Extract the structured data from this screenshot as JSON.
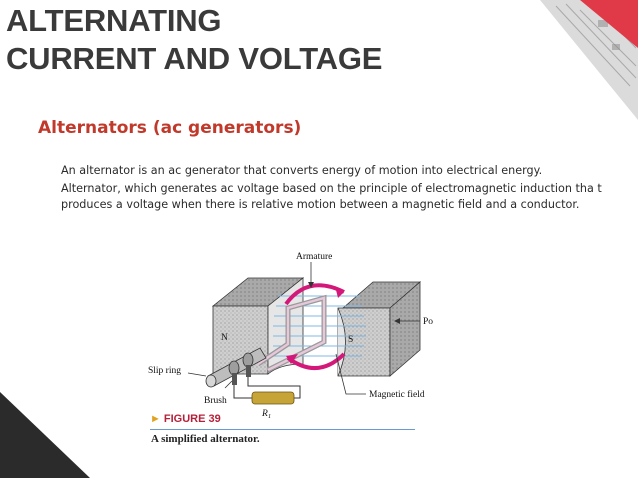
{
  "slide": {
    "title_line1": "ALTERNATING",
    "title_line2": "CURRENT AND VOLTAGE",
    "subtitle": "Alternators (ac generators)",
    "paragraph1": "An alternator is an ac generator that converts energy of motion into electrical energy.",
    "paragraph2": "Alternator, which generates ac voltage based on the principle of electromagnetic induction tha t produces a voltage when there is relative motion between a magnetic field and a conductor."
  },
  "figure": {
    "label_armature": "Armature",
    "label_pole_piece": "Pole piece",
    "label_n": "N",
    "label_s": "S",
    "label_slip_ring": "Slip ring",
    "label_brush": "Brush",
    "label_magnetic_field": "Magnetic field",
    "label_resistor": "R",
    "label_resistor_sub": "1",
    "number_label": "FIGURE 39",
    "caption": "A simplified alternator."
  },
  "colors": {
    "title": "#3a3a3a",
    "subtitle": "#c0392b",
    "accent_red": "#e03a48",
    "armature_magenta": "#d4187a",
    "field_lines": "#7fb8e6"
  }
}
